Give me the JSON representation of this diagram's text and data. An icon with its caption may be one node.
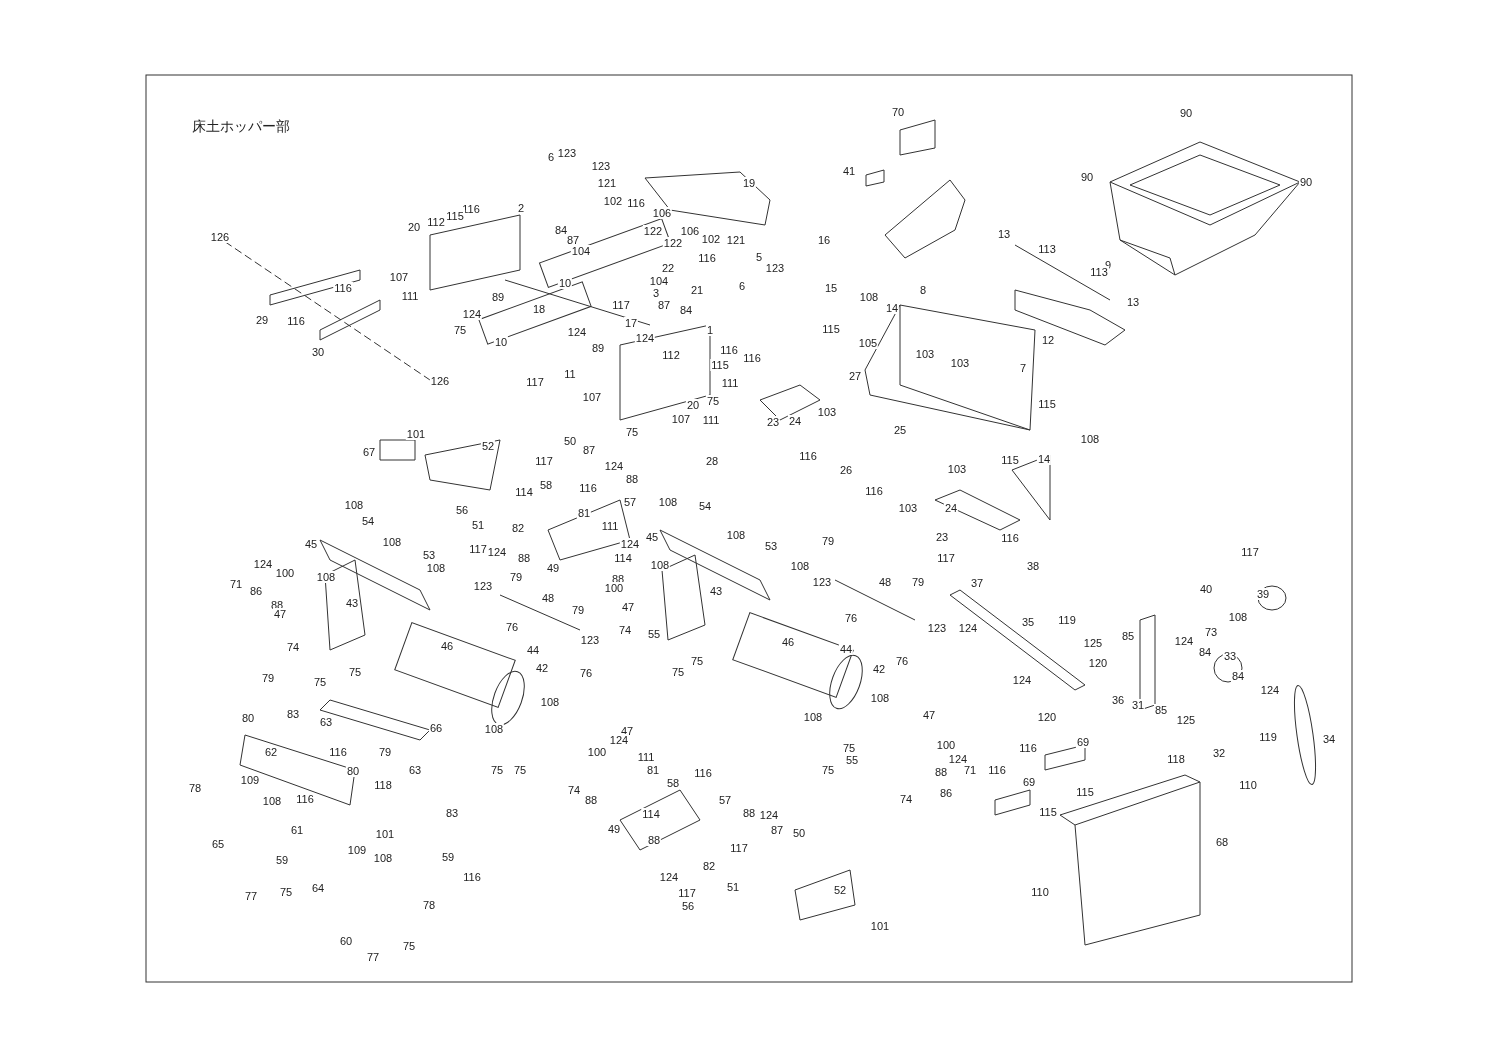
{
  "diagram": {
    "title": "床土ホッパー部",
    "labels": [
      "6",
      "123",
      "123",
      "121",
      "102",
      "19",
      "90",
      "70",
      "41",
      "90",
      "90",
      "116",
      "2",
      "116",
      "106",
      "20",
      "112",
      "115",
      "122",
      "106",
      "126",
      "84",
      "87",
      "104",
      "122",
      "102",
      "121",
      "16",
      "13",
      "113",
      "9",
      "22",
      "104",
      "116",
      "5",
      "123",
      "10",
      "107",
      "21",
      "6",
      "113",
      "13",
      "15",
      "8",
      "116",
      "111",
      "89",
      "18",
      "3",
      "87",
      "84",
      "108",
      "14",
      "29",
      "116",
      "124",
      "117",
      "17",
      "124",
      "12",
      "75",
      "1",
      "30",
      "10",
      "124",
      "112",
      "116",
      "115",
      "105",
      "103",
      "103",
      "89",
      "115",
      "116",
      "27",
      "7",
      "126",
      "117",
      "11",
      "111",
      "107",
      "20",
      "75",
      "23",
      "24",
      "103",
      "115",
      "108",
      "111",
      "107",
      "75",
      "28",
      "25",
      "14",
      "115",
      "67",
      "101",
      "52",
      "50",
      "87",
      "117",
      "124",
      "116",
      "26",
      "103",
      "88",
      "58",
      "116",
      "116",
      "57",
      "56",
      "114",
      "81",
      "103",
      "24",
      "108",
      "108",
      "54",
      "54",
      "51",
      "82",
      "111",
      "124",
      "79",
      "23",
      "116",
      "117",
      "38",
      "45",
      "108",
      "45",
      "108",
      "53",
      "53",
      "117",
      "124",
      "88",
      "49",
      "114",
      "88",
      "124",
      "100",
      "108",
      "108",
      "37",
      "71",
      "86",
      "108",
      "123",
      "79",
      "123",
      "79",
      "117",
      "39",
      "40",
      "108",
      "88",
      "47",
      "43",
      "47",
      "108",
      "100",
      "43",
      "48",
      "48",
      "124",
      "35",
      "73",
      "119",
      "125",
      "85",
      "124",
      "76",
      "76",
      "79",
      "123",
      "123",
      "74",
      "74",
      "55",
      "44",
      "44",
      "84",
      "33",
      "84",
      "76",
      "76",
      "46",
      "46",
      "42",
      "42",
      "120",
      "124",
      "75",
      "75",
      "75",
      "75",
      "79",
      "124",
      "36",
      "31",
      "108",
      "108",
      "108",
      "108",
      "85",
      "120",
      "125",
      "34",
      "47",
      "47",
      "63",
      "80",
      "83",
      "119",
      "32",
      "66",
      "116",
      "62",
      "124",
      "100",
      "111",
      "100",
      "75",
      "124",
      "55",
      "116",
      "69",
      "118",
      "79",
      "75",
      "75",
      "81",
      "58",
      "116",
      "88",
      "71",
      "74",
      "88",
      "74",
      "86",
      "75",
      "57",
      "115",
      "110",
      "80",
      "118",
      "63",
      "109",
      "78",
      "108",
      "116",
      "116",
      "69",
      "115",
      "88",
      "124",
      "49",
      "114",
      "83",
      "61",
      "87",
      "50",
      "101",
      "65",
      "59",
      "88",
      "117",
      "68",
      "109",
      "108",
      "59",
      "116",
      "82",
      "75",
      "77",
      "124",
      "51",
      "117",
      "110",
      "56",
      "52",
      "64",
      "78",
      "60",
      "75",
      "77",
      "101"
    ]
  }
}
